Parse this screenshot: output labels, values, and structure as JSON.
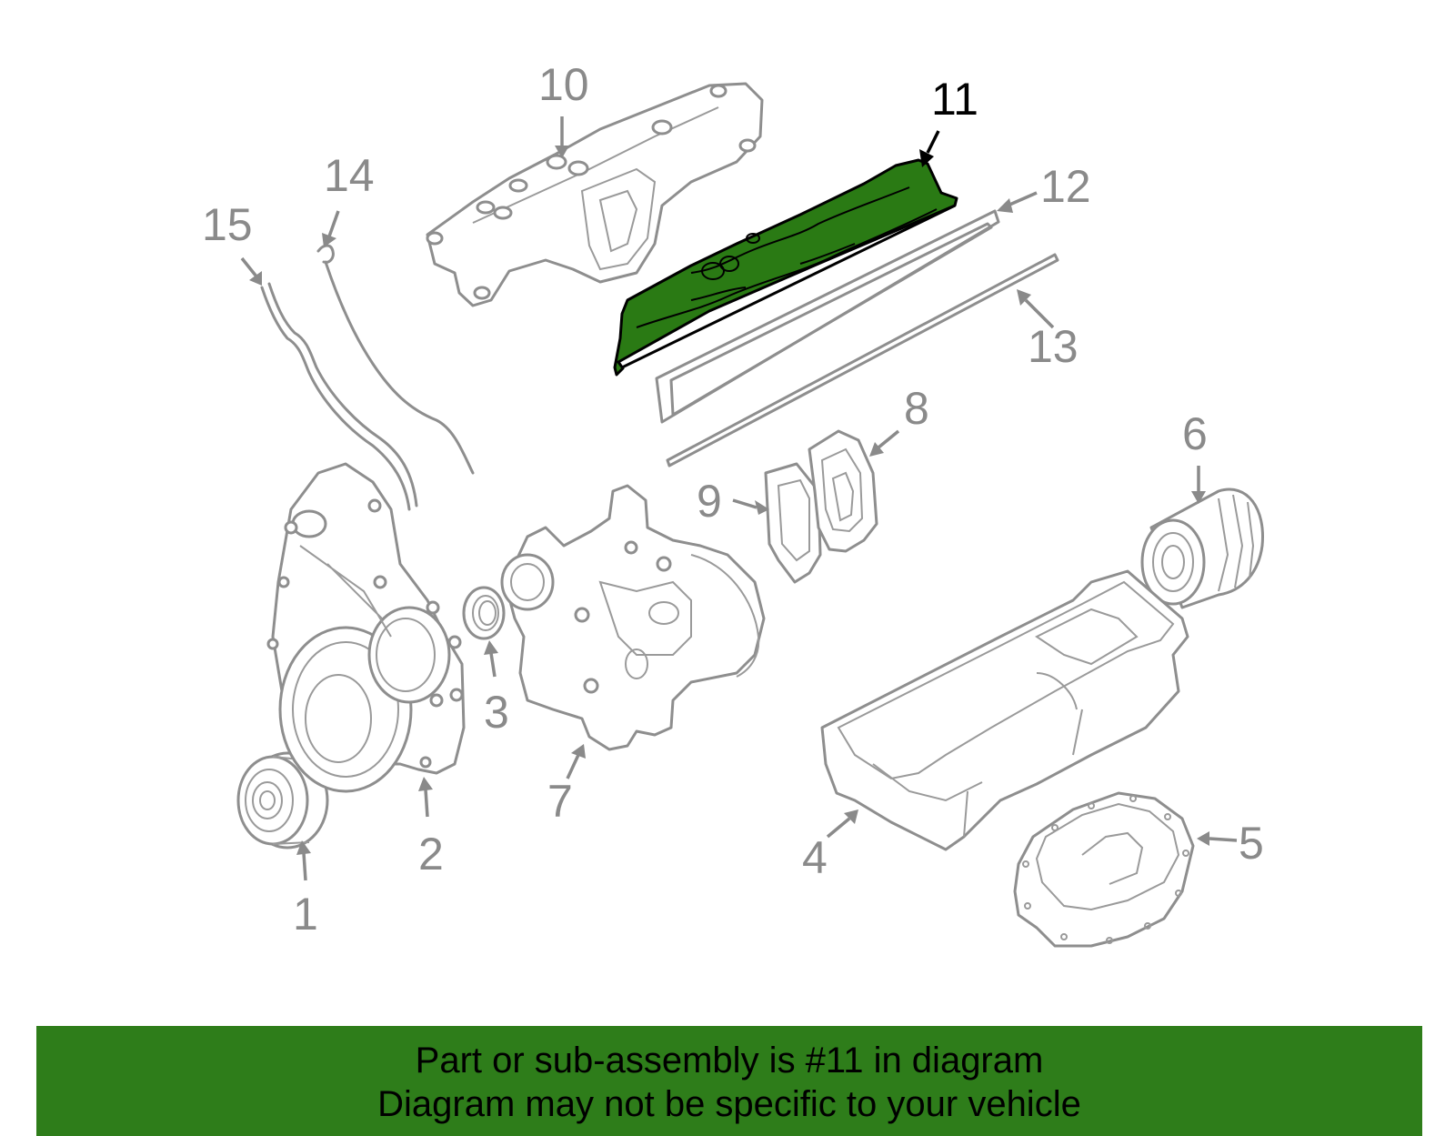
{
  "diagram": {
    "highlight_color": "#2a7a14",
    "part_labels": {
      "p1": "1",
      "p2": "2",
      "p3": "3",
      "p4": "4",
      "p5": "5",
      "p6": "6",
      "p7": "7",
      "p8": "8",
      "p9": "9",
      "p10": "10",
      "p11": "11",
      "p12": "12",
      "p13": "13",
      "p14": "14",
      "p15": "15"
    },
    "highlighted_part": "11"
  },
  "banner": {
    "background": "#2e7d1a",
    "line1": "Part or sub-assembly is #11 in diagram",
    "line2": "Diagram may not be specific to your vehicle"
  }
}
